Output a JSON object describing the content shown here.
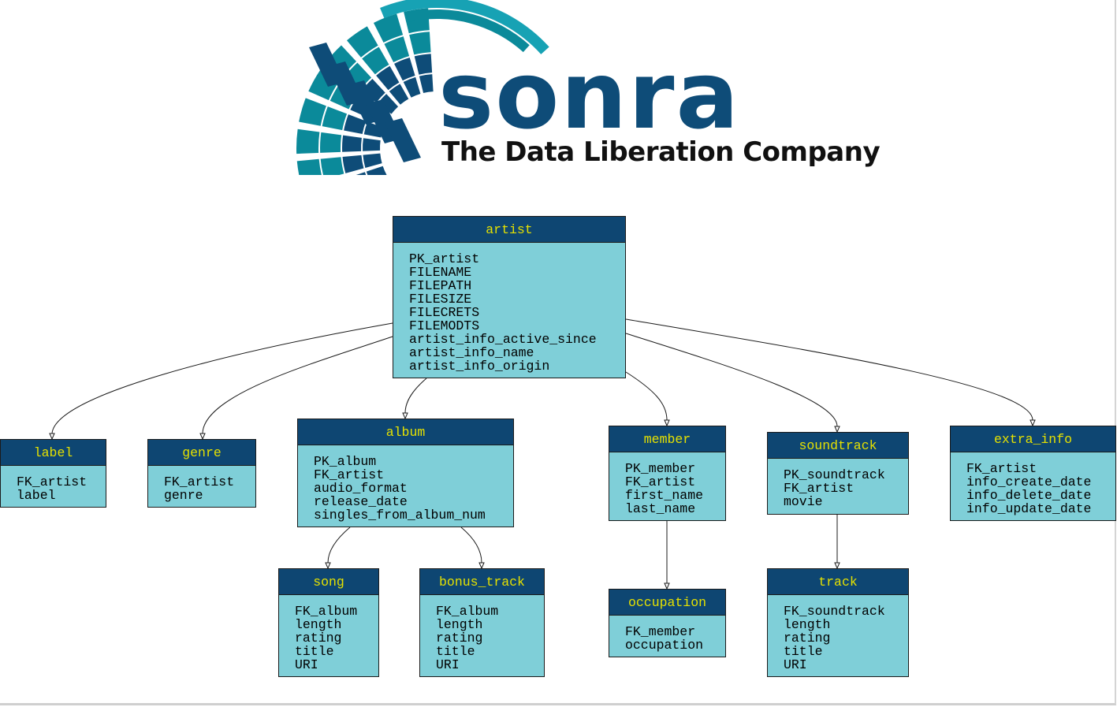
{
  "logo": {
    "wordmark": "sonra",
    "tagline": "The Data Liberation Company",
    "colors": {
      "dark": "#0e4c78",
      "teal": "#0b8a9a",
      "light": "#17a2b4"
    }
  },
  "colors": {
    "header_bg": "#0e4672",
    "header_text": "#e6e100",
    "body_bg": "#7fcfd8",
    "edge": "#1b1b1b"
  },
  "entities": [
    {
      "id": "artist",
      "name": "artist",
      "fields": [
        "PK_artist",
        "FILENAME",
        "FILEPATH",
        "FILESIZE",
        "FILECRETS",
        "FILEMODTS",
        "artist_info_active_since",
        "artist_info_name",
        "artist_info_origin"
      ]
    },
    {
      "id": "label",
      "name": "label",
      "fields": [
        "FK_artist",
        "label"
      ]
    },
    {
      "id": "genre",
      "name": "genre",
      "fields": [
        "FK_artist",
        "genre"
      ]
    },
    {
      "id": "album",
      "name": "album",
      "fields": [
        "PK_album",
        "FK_artist",
        "audio_format",
        "release_date",
        "singles_from_album_num"
      ]
    },
    {
      "id": "member",
      "name": "member",
      "fields": [
        "PK_member",
        "FK_artist",
        "first_name",
        "last_name"
      ]
    },
    {
      "id": "soundtrack",
      "name": "soundtrack",
      "fields": [
        "PK_soundtrack",
        "FK_artist",
        "movie"
      ]
    },
    {
      "id": "extra_info",
      "name": "extra_info",
      "fields": [
        "FK_artist",
        "info_create_date",
        "info_delete_date",
        "info_update_date"
      ]
    },
    {
      "id": "song",
      "name": "song",
      "fields": [
        "FK_album",
        "length",
        "rating",
        "title",
        "URI"
      ]
    },
    {
      "id": "bonus_track",
      "name": "bonus_track",
      "fields": [
        "FK_album",
        "length",
        "rating",
        "title",
        "URI"
      ]
    },
    {
      "id": "occupation",
      "name": "occupation",
      "fields": [
        "FK_member",
        "occupation"
      ]
    },
    {
      "id": "track",
      "name": "track",
      "fields": [
        "FK_soundtrack",
        "length",
        "rating",
        "title",
        "URI"
      ]
    }
  ],
  "relationships": [
    {
      "from": "artist",
      "to": "label"
    },
    {
      "from": "artist",
      "to": "genre"
    },
    {
      "from": "artist",
      "to": "album"
    },
    {
      "from": "artist",
      "to": "member"
    },
    {
      "from": "artist",
      "to": "soundtrack"
    },
    {
      "from": "artist",
      "to": "extra_info"
    },
    {
      "from": "album",
      "to": "song"
    },
    {
      "from": "album",
      "to": "bonus_track"
    },
    {
      "from": "member",
      "to": "occupation"
    },
    {
      "from": "soundtrack",
      "to": "track"
    }
  ]
}
